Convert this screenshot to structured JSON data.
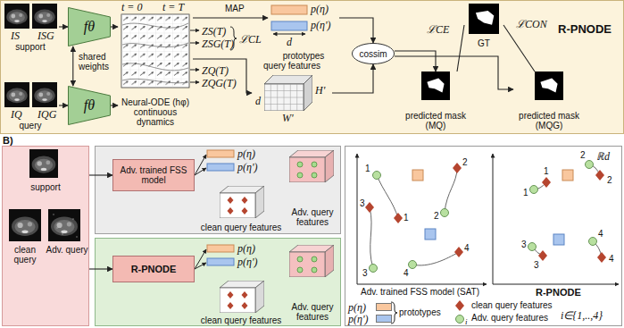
{
  "diagram": {
    "nodes": [
      {
        "text": [
          "R-PNODE"
        ]
      },
      {
        "text": [
          "support"
        ],
        "in": 0
      },
      {
        "text": [
          "query"
        ],
        "in": 0
      },
      {
        "text": [
          "fθ"
        ],
        "in": 0
      },
      {
        "text": [
          "fθ"
        ],
        "in": 0
      },
      {
        "text": [
          "Neural-ODE (hφ) continuous dynamics"
        ],
        "in": 0
      },
      {
        "text": [
          "prototypes"
        ],
        "in": 0
      },
      {
        "text": [
          "query features"
        ],
        "in": 0
      },
      {
        "text": [
          "cossim"
        ],
        "in": 0
      },
      {
        "text": [
          "GT"
        ],
        "in": 0
      },
      {
        "text": [
          "predicted mask (MQ)"
        ],
        "in": 0
      },
      {
        "text": [
          "predicted mask (MQG)"
        ],
        "in": 0
      },
      {
        "text": [
          "support",
          "clean query",
          "Adv. query"
        ]
      },
      {
        "text": [
          "Adv. trained FSS model"
        ]
      },
      {
        "text": [
          "R-PNODE"
        ]
      },
      {
        "text": [
          "clean query features"
        ]
      },
      {
        "text": [
          "Adv. query features"
        ]
      },
      {
        "text": [
          "clean query features"
        ]
      },
      {
        "text": [
          "Adv. query features"
        ]
      }
    ],
    "edges": [
      {
        "from": 1,
        "to": 3,
        "arrow": "to"
      },
      {
        "from": 2,
        "to": 4,
        "arrow": "to"
      },
      {
        "from": 3,
        "to": 4,
        "label": "shared weights",
        "arrow": "both"
      },
      {
        "from": 3,
        "to": 5,
        "arrow": "to"
      },
      {
        "from": 4,
        "to": 5,
        "arrow": "to"
      },
      {
        "from": 5,
        "to": 6,
        "label": "MAP",
        "arrow": "to"
      },
      {
        "from": 5,
        "to": 7,
        "arrow": "to"
      },
      {
        "from": 6,
        "to": 8,
        "arrow": "to"
      },
      {
        "from": 7,
        "to": 8,
        "arrow": "to"
      },
      {
        "from": 8,
        "to": 10,
        "arrow": "to"
      },
      {
        "from": 8,
        "to": 11,
        "arrow": "to"
      },
      {
        "from": 9,
        "to": 10,
        "label": "ℒCE",
        "arrow": "none"
      },
      {
        "from": 9,
        "to": 11,
        "label": "ℒCON",
        "arrow": "none"
      },
      {
        "from": 12,
        "to": 13,
        "arrow": "to"
      },
      {
        "from": 12,
        "to": 14,
        "arrow": "to"
      }
    ],
    "labels": [
      "t = 0",
      "t = T",
      "IS",
      "ISG",
      "IQ",
      "IQG",
      "ZS(T)",
      "ZSG(T)",
      "ZQ(T)",
      "ZQG(T)",
      "ℒCL",
      "p(η)",
      "p(η')",
      "d",
      "H'",
      "W'",
      "d",
      "B)",
      "p(η)",
      "p(η')",
      "p(η)",
      "p(η')",
      "Adv. trained FSS model (SAT)",
      "R-PNODE",
      "ℝd",
      "prototypes",
      "i",
      "i∈{1,..,4}",
      "1",
      "1",
      "2",
      "2",
      "3",
      "3",
      "4",
      "4",
      "1",
      "1",
      "2",
      "2",
      "3",
      "3",
      "4",
      "4"
    ],
    "legend": [
      {
        "text": "p(η)",
        "color": "#f9c79e"
      },
      {
        "text": "p(η')",
        "color": "#a9c5ee"
      },
      {
        "text": "clean query features"
      },
      {
        "text": "Adv. query features"
      }
    ]
  }
}
